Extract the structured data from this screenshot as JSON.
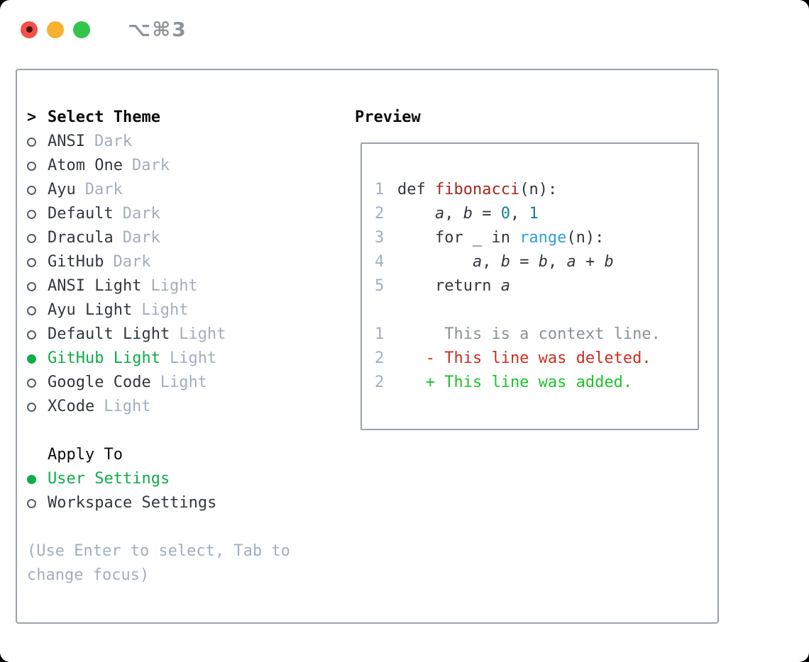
{
  "window": {
    "title": "⌥⌘3"
  },
  "colors": {
    "accent_green": "#0FAD4B",
    "text_primary": "#33383E",
    "text_heading": "#0B0D0F",
    "text_muted": "#A3AEBD",
    "bullet_gray": "#565D65",
    "border_gray": "#99A2AB",
    "syntax_func": "#A8281F",
    "syntax_number": "#15808C",
    "syntax_builtin": "#2BA2DC",
    "diff_context": "#8A9199",
    "diff_deleted": "#C92E21",
    "diff_added": "#1CC32A",
    "traffic_red": "#F25049",
    "traffic_red_dot": "#4A1210",
    "traffic_yellow": "#F6B22E",
    "traffic_green": "#31C649",
    "title_gray": "#8E9499"
  },
  "picker": {
    "prompt": ">",
    "title": "Select Theme",
    "themes": [
      {
        "name": "ANSI",
        "variant": "Dark",
        "selected": false
      },
      {
        "name": "Atom One",
        "variant": "Dark",
        "selected": false
      },
      {
        "name": "Ayu",
        "variant": "Dark",
        "selected": false
      },
      {
        "name": "Default",
        "variant": "Dark",
        "selected": false
      },
      {
        "name": "Dracula",
        "variant": "Dark",
        "selected": false
      },
      {
        "name": "GitHub",
        "variant": "Dark",
        "selected": false
      },
      {
        "name": "ANSI Light",
        "variant": "Light",
        "selected": false
      },
      {
        "name": "Ayu Light",
        "variant": "Light",
        "selected": false
      },
      {
        "name": "Default Light",
        "variant": "Light",
        "selected": false
      },
      {
        "name": "GitHub Light",
        "variant": "Light",
        "selected": true
      },
      {
        "name": "Google Code",
        "variant": "Light",
        "selected": false
      },
      {
        "name": "XCode",
        "variant": "Light",
        "selected": false
      }
    ],
    "apply_title": "Apply To",
    "apply_options": [
      {
        "label": "User Settings",
        "selected": true
      },
      {
        "label": "Workspace Settings",
        "selected": false
      }
    ],
    "hint": "(Use Enter to select, Tab to change focus)"
  },
  "preview": {
    "title": "Preview",
    "code_lines": [
      {
        "num": "1",
        "tokens": [
          {
            "t": "def ",
            "c": "plain"
          },
          {
            "t": "fibonacci",
            "c": "func"
          },
          {
            "t": "(n):",
            "c": "plain"
          }
        ]
      },
      {
        "num": "2",
        "tokens": [
          {
            "t": "    ",
            "c": "plain"
          },
          {
            "t": "a",
            "c": "var"
          },
          {
            "t": ", ",
            "c": "plain"
          },
          {
            "t": "b",
            "c": "var"
          },
          {
            "t": " = ",
            "c": "plain"
          },
          {
            "t": "0",
            "c": "num"
          },
          {
            "t": ", ",
            "c": "plain"
          },
          {
            "t": "1",
            "c": "num"
          }
        ]
      },
      {
        "num": "3",
        "tokens": [
          {
            "t": "    for _ in ",
            "c": "plain"
          },
          {
            "t": "range",
            "c": "builtin"
          },
          {
            "t": "(n):",
            "c": "plain"
          }
        ]
      },
      {
        "num": "4",
        "tokens": [
          {
            "t": "        ",
            "c": "plain"
          },
          {
            "t": "a",
            "c": "var"
          },
          {
            "t": ", ",
            "c": "plain"
          },
          {
            "t": "b",
            "c": "var"
          },
          {
            "t": " = ",
            "c": "plain"
          },
          {
            "t": "b",
            "c": "var"
          },
          {
            "t": ", ",
            "c": "plain"
          },
          {
            "t": "a",
            "c": "var"
          },
          {
            "t": " + ",
            "c": "plain"
          },
          {
            "t": "b",
            "c": "var"
          }
        ]
      },
      {
        "num": "5",
        "tokens": [
          {
            "t": "    return ",
            "c": "plain"
          },
          {
            "t": "a",
            "c": "var"
          }
        ]
      }
    ],
    "diff_lines": [
      {
        "num": "1",
        "kind": "context",
        "text": "     This is a context line."
      },
      {
        "num": "2",
        "kind": "deleted",
        "text": "   - This line was deleted."
      },
      {
        "num": "2",
        "kind": "added",
        "text": "   + This line was added."
      }
    ]
  }
}
